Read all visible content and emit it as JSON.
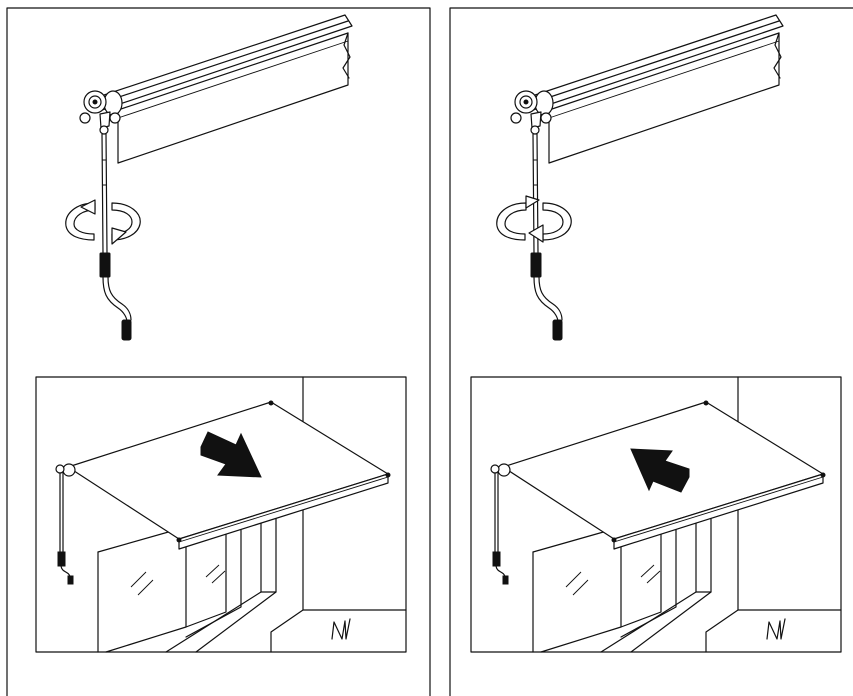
{
  "figure": {
    "line_color": "#111111",
    "background": "#ffffff",
    "panels": [
      {
        "id": "left",
        "crank_rotation": "clockwise",
        "awning_action": "extend",
        "arrow_direction": "out",
        "signature": "NM",
        "icons": [
          "crank-handle-icon",
          "rotation-arrow-icon",
          "awning-icon",
          "direction-arrow-icon"
        ]
      },
      {
        "id": "right",
        "crank_rotation": "counterclockwise",
        "awning_action": "retract",
        "arrow_direction": "in",
        "signature": "NM",
        "icons": [
          "crank-handle-icon",
          "rotation-arrow-icon",
          "awning-icon",
          "direction-arrow-icon"
        ]
      }
    ]
  }
}
